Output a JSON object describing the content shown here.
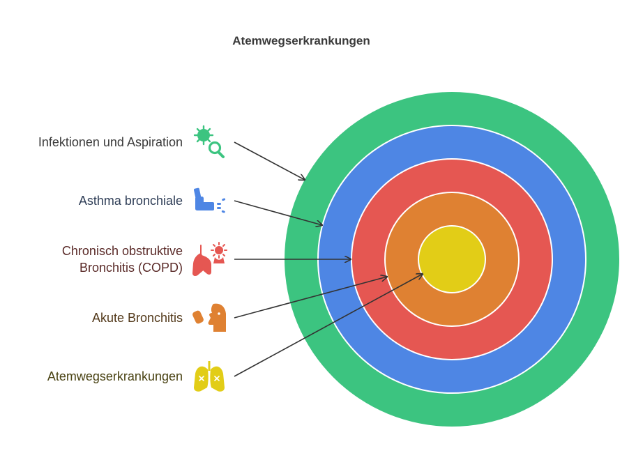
{
  "title": "Atemwegserkrankungen",
  "colors": {
    "ring1": "#3cc480",
    "ring2": "#4e86e4",
    "ring3": "#e55752",
    "ring4": "#df8132",
    "ring5": "#e2cd17",
    "arrow": "#333333"
  },
  "layers": [
    {
      "label_lines": [
        "Infektionen und Aspiration"
      ],
      "icon": "germ-magnifier-icon",
      "color": "#3cc480",
      "text_color": "#3b3b3b"
    },
    {
      "label_lines": [
        "Asthma bronchiale"
      ],
      "icon": "inhaler-icon",
      "color": "#4e86e4",
      "text_color": "#2f3e57"
    },
    {
      "label_lines": [
        "Chronisch obstruktive",
        "Bronchitis (COPD)"
      ],
      "icon": "lungs-virus-icon",
      "color": "#e55752",
      "text_color": "#5a2a28"
    },
    {
      "label_lines": [
        "Akute Bronchitis"
      ],
      "icon": "coughing-person-icon",
      "color": "#df8132",
      "text_color": "#523819"
    },
    {
      "label_lines": [
        "Atemwegserkrankungen"
      ],
      "icon": "lungs-icon",
      "color": "#e2cd17",
      "text_color": "#4a4314"
    }
  ]
}
